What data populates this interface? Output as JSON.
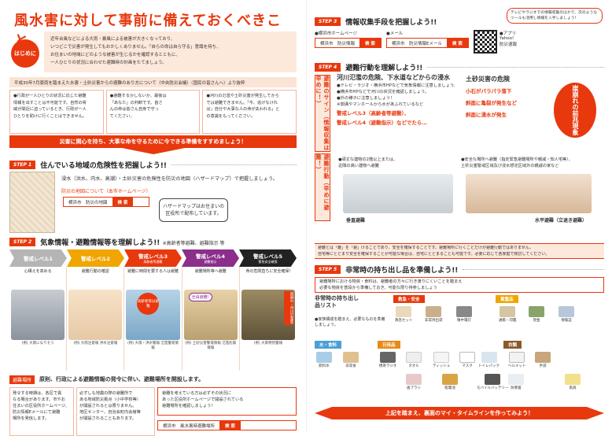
{
  "title": "風水害に対して事前に備えておくべきこと",
  "intro": {
    "badge": "はじめに",
    "lines": [
      "近年台風などによる大雨・暴風による被害が大きくなっており、",
      "いつどこで災害が発生してもおかしくありません。「自らの命は自ら守る」意識を持ち、",
      "お住まいの地域にどのような被害が生じるかを確認するとともに、",
      "一人ひとりの状況に合わせた避難時の計画をたてましょう。"
    ]
  },
  "source": "平成30年7月豪雨を踏まえた水害・土砂災害からの避難のあり方について（中央防災会議）〈国民の皆さんへ〉より抜粋",
  "boxes": [
    [
      "●行政が一人ひとりの状況に応じた避難",
      "情報を出すことは不可能です。自然の脅",
      "威が間近に迫っているとき、行政が一人",
      "ひとりを助けに行くことはできません。"
    ],
    [
      "●避難するかしないか、最後は",
      "「あなた」の判断です。皆さ",
      "んの命は皆さん自身で守っ",
      "てください。"
    ],
    [
      "●河川の氾濫や土砂災害が発生してから",
      "では避難できません。「今、逃げなけれ",
      "ば」自分や大事な人の命が失われる」と",
      "の意識をもってください。"
    ]
  ],
  "banner": "災害に関心を持ち、大事な命を守るために今できる準備をすすめましょう！",
  "step1": {
    "tag": "STEP 1",
    "title": "住んでいる地域の危険性を把握しよう!!",
    "text": "浸水（洪水、内水、高潮）・土砂災害の危険性を防災の地図（ハザードマップ）で把握しましょう。",
    "link": "防災の地図について（本市ホームページ）",
    "search_q": "横浜市　防災の地図",
    "search_btn": "検 索",
    "bubble": "ハザードマップはお住まいの区役所で配布しています。"
  },
  "step2": {
    "tag": "STEP 2",
    "title": "気象情報・避難情報等",
    "title_suffix": "を理解しよう!!",
    "sub": "※高齢者等避難、避難指示 等",
    "levels": [
      {
        "label": "警戒レベル1",
        "sub": "",
        "color": "#b5b5b5"
      },
      {
        "label": "警戒レベル2",
        "sub": "",
        "color": "#f0a500"
      },
      {
        "label": "警戒レベル3",
        "sub": "高齢者等避難",
        "color": "#e8380d"
      },
      {
        "label": "警戒レベル4",
        "sub": "避難指示",
        "color": "#8b2f8b"
      },
      {
        "label": "警戒レベル5",
        "sub": "緊急安全確保",
        "color": "#222222"
      }
    ],
    "cols": [
      {
        "cap": "心構えを高める",
        "note": "(例) 大雨になりそう"
      },
      {
        "cap": "避難行動の確認",
        "note": "(例) 大雨注意報 洪水注意報"
      },
      {
        "cap": "避難に時間を要する人は避難",
        "note": "(例) 大雨・洪水警報 氾濫警戒情報"
      },
      {
        "cap": "避難場所等へ避難",
        "note": "(例) 土砂災害警戒情報 氾濫危険情報"
      },
      {
        "cap": "命の危険直ちに安全確保!",
        "note": "(例) 大雨特別警報"
      }
    ],
    "badges": [
      "高齢者等は避難",
      "全員避難!",
      "崖崩れ・河川氾濫等"
    ]
  },
  "hinan": {
    "tag": "避難場所",
    "text": "原則、行政による避難情報の発令に伴い、避難場所を開設します。"
  },
  "s2bottom": {
    "left": [
      "発令する時期は、各区で異",
      "なる場合があります。市やお",
      "住まいの区役所ホームページ、",
      "防災情報Eメールにて避難",
      "場所を発信します。"
    ],
    "mid": [
      "必ずしも地震の際の避難所で",
      "ある地域防災拠点（小中学校等）",
      "が開設されるとは限りません。",
      "地区センター、自治会町内会館等",
      "が開設されることもあります。"
    ],
    "right": [
      "避難を考えている方は必ずその状況に",
      "あった区役所ホームページで開設されている",
      "避難場所を確認しましょう！"
    ],
    "search_q": "横浜市　風水害時避難場所",
    "search_btn": "検 索"
  },
  "step3": {
    "tag": "STEP 3",
    "title": "情報収集手段を把握しよう!!",
    "bubble": "テレビやラジオでの情報収集のほかで、次のようなツールも活用し情報を入手しましょう！",
    "g1_label": "●横浜市ホームページ",
    "g1_q": "横浜市　防災情報",
    "g2_label": "●メール",
    "g2_q": "横浜市　防災情報Eメール",
    "btn": "検 索",
    "g3_label": "●アプリ",
    "g3_sub": "Yahoo!",
    "g3_sub2": "防災速報"
  },
  "step4": {
    "tag": "STEP 4",
    "title": "避難行動を理解しよう!!",
    "sign_tag": "避難のサイン（情報収集は早めに！）",
    "flood_h": "河川氾濫の危険、下水道などからの浸水",
    "flood": [
      "●テレビ・ラジオ・横浜市HPなどで気象情報に注意しましょう。",
      "●横浜市HPなどで河川の状況を確認しましょう。",
      "●外の様子に注意しましょう！",
      "※側溝やマンホールから水があふれているなど"
    ],
    "land_h": "土砂災害の危険",
    "land": [
      "小石がパラパラ落下",
      "斜面に亀裂が発生など",
      "斜面に湧水が発生"
    ],
    "seal": "崖崩れの前兆現象",
    "lv3": "警戒レベル3（高齢者等避難）、",
    "lv4": "警戒レベル4（避難指示）などでたら…",
    "action_tag": "避難行動（早めに避難！）",
    "c1": [
      "●頑丈な建物の2階以上または、",
      "近隣の高い建物へ避難"
    ],
    "c2": [
      "●安全な場所へ避難（指定緊急避難場所や親戚・知人宅等）、",
      "土砂災害警戒区域及び浸水想定区域外の親戚の家など"
    ],
    "vert": "垂直避難",
    "horiz": "水平避難（立退き避難）",
    "note": [
      "避難とは「難」を「避」けることであり、安全を確保することです。避難場所に行くことだけが避難行動ではありません。",
      "自宅等にとどまり安全を確保することが可能な場合は、自宅にとどまることも可能です。必要に応じて各家庭で検討してください。"
    ]
  },
  "step5": {
    "tag": "STEP 5",
    "title": "非常時の持ち出し品を準備しよう!!",
    "top": [
      "避難場所における物資・食料は、避難者の方々に行き渡りにくいことを踏まえ",
      "必要な物資を普段から準備しておき、可能な限り持参しましょう"
    ],
    "list_title": "非常時の持ち出し品リスト",
    "list_note": "●家族構成を踏まえ、必要なものを準備しましょう。",
    "cats": [
      {
        "name": "救急・安全",
        "color": "#e8380d"
      },
      {
        "name": "貴重品",
        "color": "#f0a500"
      },
      {
        "name": "水・食料",
        "color": "#4a9fd8"
      },
      {
        "name": "日用品",
        "color": "#e88a1a"
      },
      {
        "name": "衣類",
        "color": "#8b5a2b"
      }
    ],
    "items": [
      "救急セット",
      "非常持出袋",
      "懐中電灯",
      "通帳・印鑑",
      "現金",
      "保険証",
      "飲料水",
      "非常食",
      "携帯ラジオ",
      "タオル",
      "ティッシュ",
      "マスク",
      "モバイルバッテリー",
      "トイレパック",
      "ヘルメット",
      "手袋",
      "防寒着",
      "雨具",
      "歯ブラシ",
      "乾電池"
    ]
  },
  "final": "上記を踏まえ、裏面のマイ・タイムラインを作ってみよう！"
}
